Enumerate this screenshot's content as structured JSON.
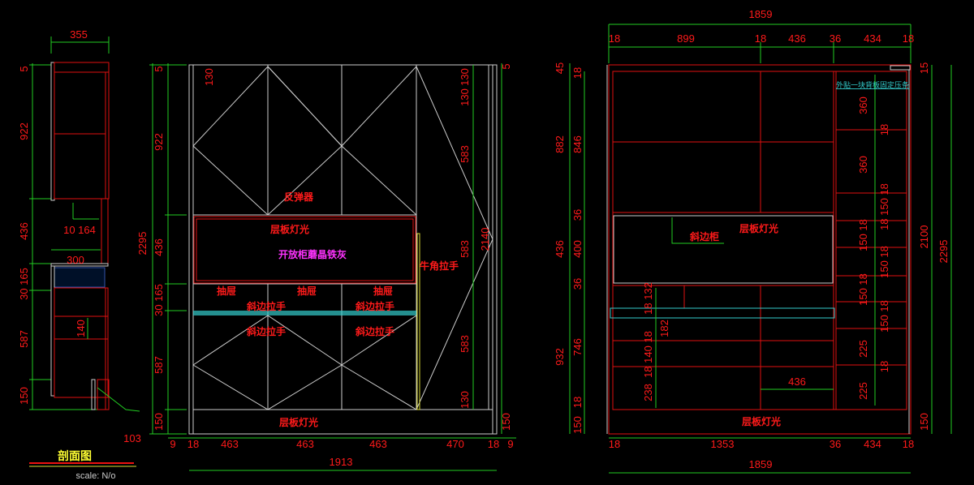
{
  "section": {
    "title": "剖面图",
    "scale": "scale: N/o",
    "dims": {
      "width": "355",
      "top": "5",
      "upper": "922",
      "mid": "436",
      "counter": "30 165",
      "lower": "587",
      "base": "150",
      "niche": "10 164",
      "depth": "300",
      "shelf": "140",
      "kick": "103"
    }
  },
  "front": {
    "labels": {
      "rebound": "反弹器",
      "light_top": "层板灯光",
      "open_cabinet": "开放柜蘑晶铁灰",
      "horn_handle": "牛角拉手",
      "drawer1": "抽屉",
      "drawer2": "抽屉",
      "drawer3": "抽屉",
      "bevel1": "斜边拉手",
      "bevel2": "斜边拉手",
      "bevel3": "斜边拉手",
      "bevel4": "斜边拉手",
      "light_bottom": "层板灯光"
    },
    "left_dims": {
      "total": "2295",
      "top": "5",
      "upper": "922",
      "mid": "436",
      "counter": "30 165",
      "lower": "587",
      "base": "150",
      "hinge": "130"
    },
    "right_dims": {
      "a": "130",
      "b": "130",
      "c": "583",
      "d": "583",
      "e": "583",
      "f": "130",
      "total": "2140",
      "top": "5",
      "base": "150"
    },
    "bottom_dims": [
      "9",
      "18",
      "463",
      "463",
      "463",
      "470",
      "18",
      "9"
    ],
    "overall_width": "1913"
  },
  "elevation": {
    "top_total": "1859",
    "top_dims": [
      "18",
      "899",
      "18",
      "436",
      "36",
      "434",
      "18"
    ],
    "bottom_dims": [
      "18",
      "1353",
      "36",
      "434",
      "18"
    ],
    "bottom_total": "1859",
    "left_outer": [
      "45",
      "882",
      "436",
      "932",
      "150"
    ],
    "left_inner": [
      "18",
      "846",
      "36",
      "400",
      "36",
      "746",
      "18"
    ],
    "lower_inner": [
      "18 132",
      "182",
      "18 140 18",
      "238"
    ],
    "width_436": "436",
    "right_col": [
      "360",
      "18",
      "360",
      "18 150 18",
      "150 18",
      "150 18",
      "150 18",
      "150 18",
      "225",
      "18",
      "225"
    ],
    "right_dims": {
      "top": "15",
      "mid": "2100",
      "total": "2295",
      "base": "150"
    },
    "labels": {
      "note": "外贴一块背板固定压条",
      "bevel_cabinet": "斜边柜",
      "light_mid": "层板灯光",
      "light_bottom": "层板灯光"
    }
  }
}
